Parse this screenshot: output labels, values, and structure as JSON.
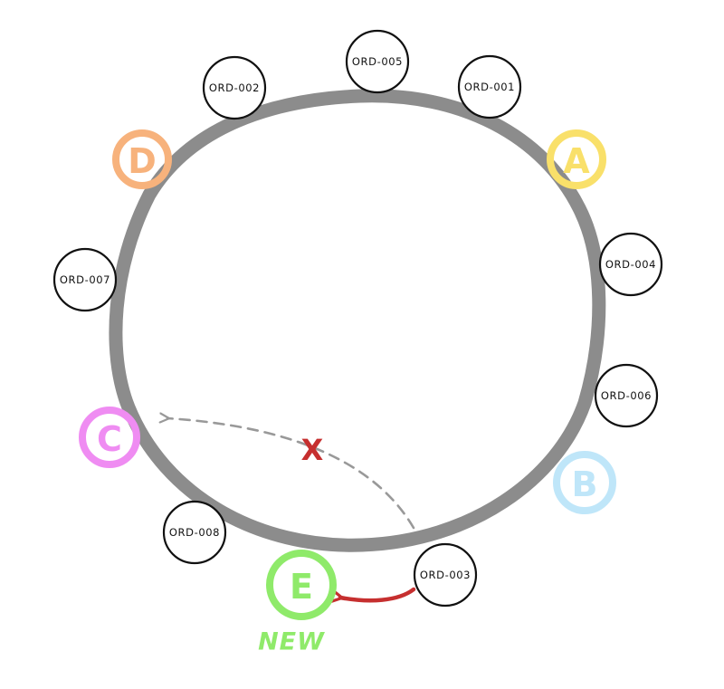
{
  "ring": {
    "color": "#8c8c8c"
  },
  "order_nodes": [
    {
      "id": "ORD-005",
      "label": "ORD-005"
    },
    {
      "id": "ORD-001",
      "label": "ORD-001"
    },
    {
      "id": "ORD-002",
      "label": "ORD-002"
    },
    {
      "id": "ORD-004",
      "label": "ORD-004"
    },
    {
      "id": "ORD-007",
      "label": "ORD-007"
    },
    {
      "id": "ORD-006",
      "label": "ORD-006"
    },
    {
      "id": "ORD-008",
      "label": "ORD-008"
    },
    {
      "id": "ORD-003",
      "label": "ORD-003"
    }
  ],
  "server_nodes": [
    {
      "id": "D",
      "label": "D",
      "color": "#f7b27c"
    },
    {
      "id": "A",
      "label": "A",
      "color": "#f9e06a"
    },
    {
      "id": "C",
      "label": "C",
      "color": "#ef8cf2"
    },
    {
      "id": "B",
      "label": "B",
      "color": "#bfe6f9"
    },
    {
      "id": "E",
      "label": "E",
      "color": "#8fea6a",
      "tag": "NEW"
    }
  ],
  "old_mapping": {
    "from": "ORD-003",
    "to": "C",
    "color": "#999999",
    "rejected_mark": "X",
    "mark_color": "#c62f2f"
  },
  "new_mapping": {
    "from": "ORD-003",
    "to": "E",
    "color": "#c62f2f"
  }
}
